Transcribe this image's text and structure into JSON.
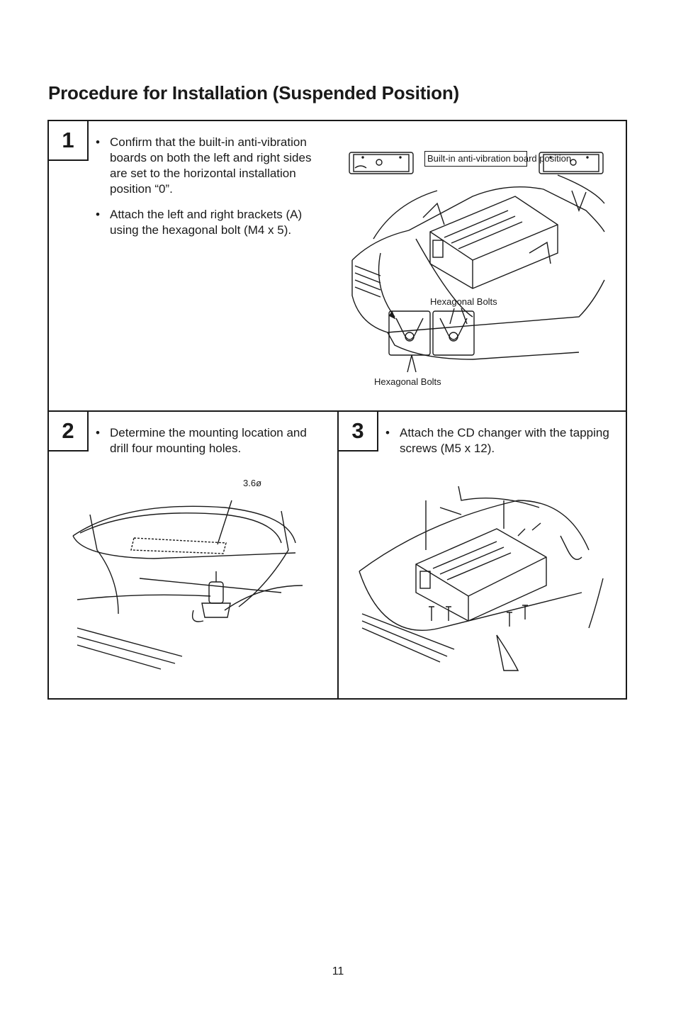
{
  "page": {
    "title": "Procedure for Installation (Suspended Position)",
    "page_number": "11"
  },
  "steps": [
    {
      "number": "1",
      "bullets": [
        "Confirm that the built-in anti-vibration boards on both the left and right sides are set to the horizontal installation position “0”.",
        "Attach the left and right brackets (A) using the hexagonal bolt (M4 x 5)."
      ],
      "labels": {
        "board": "Built-in anti-vibration board position",
        "bolts_upper": "Hexagonal Bolts",
        "bolts_lower": "Hexagonal Bolts"
      }
    },
    {
      "number": "2",
      "bullets": [
        "Determine the mounting location and drill four mounting holes."
      ],
      "labels": {
        "diameter": "3.6ø"
      }
    },
    {
      "number": "3",
      "bullets": [
        "Attach the CD changer with the tapping screws (M5 x 12)."
      ]
    }
  ]
}
